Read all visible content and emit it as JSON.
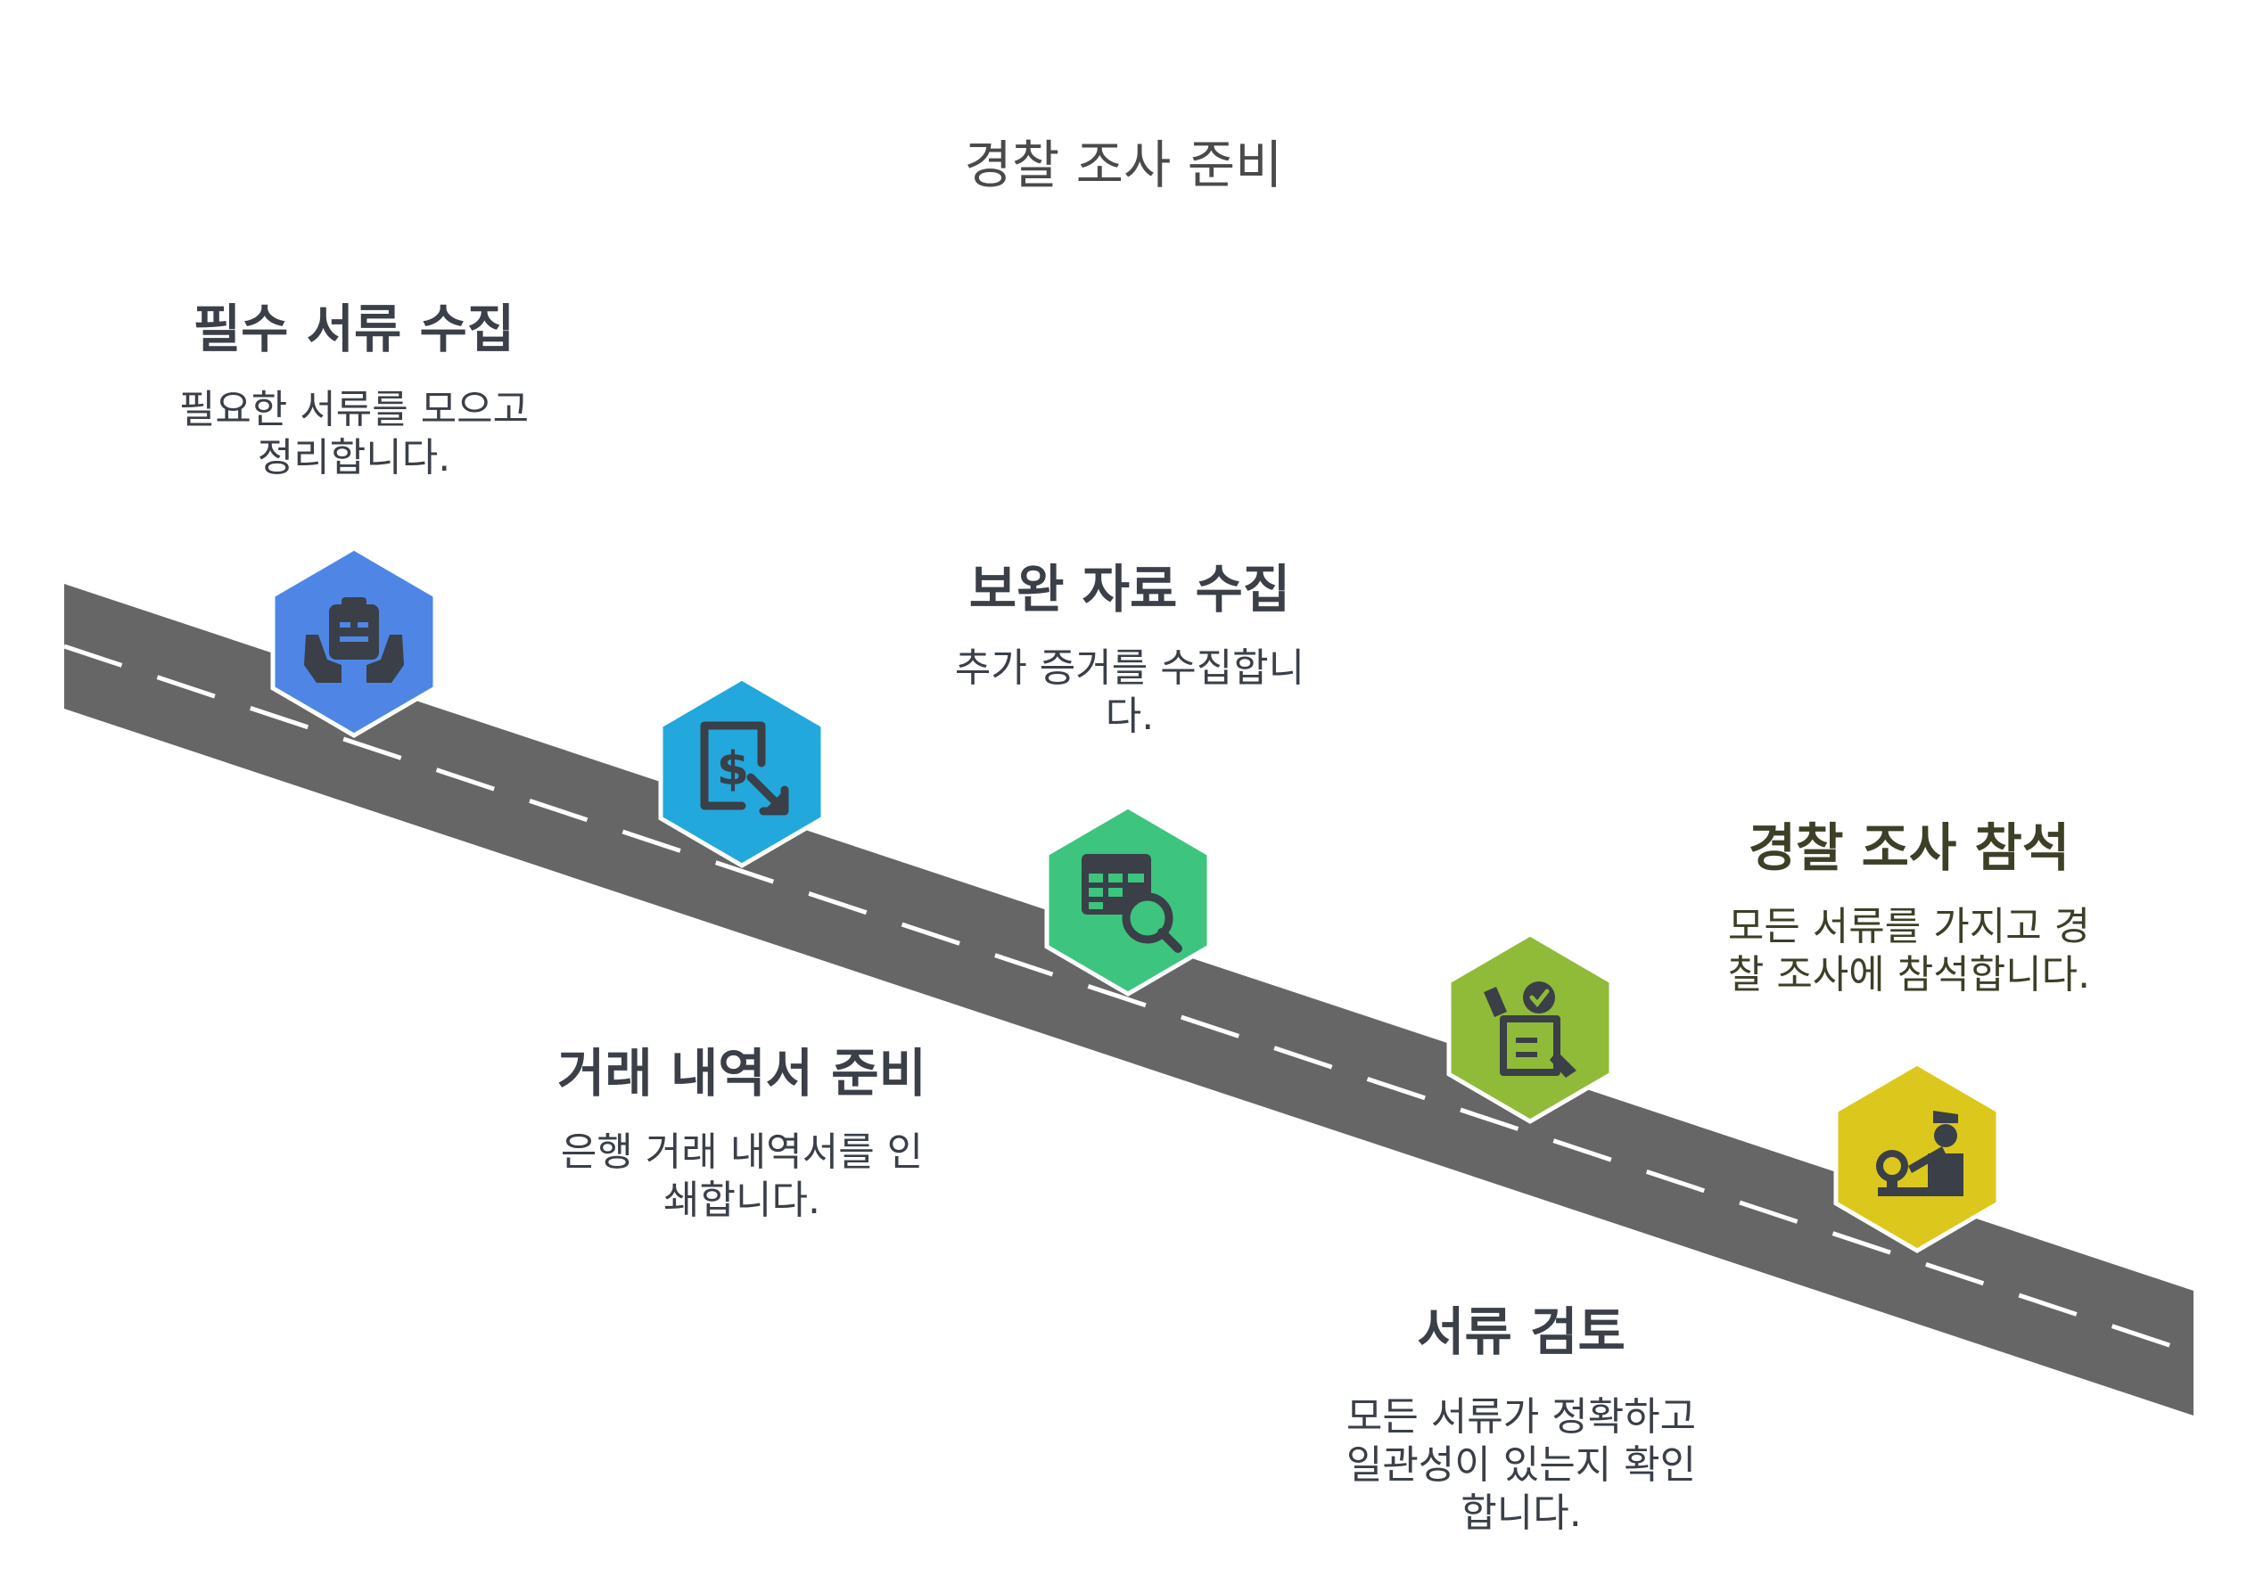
{
  "title": "경찰 조사 준비",
  "colors": {
    "road": "#666666",
    "dash": "#ffffff",
    "step1": "#4f86e6",
    "step2": "#22a8dc",
    "step3": "#3dc47e",
    "step4": "#8fbb38",
    "step5": "#dcc81c",
    "icon": "#3a3f48"
  },
  "steps": [
    {
      "title": "필수 서류 수집",
      "desc": "필요한 서류를 모으고\n정리합니다.",
      "icon": "clipboard-hands-icon"
    },
    {
      "title": "거래 내역서 준비",
      "desc": "은행 거래 내역서를 인\n쇄합니다.",
      "icon": "invoice-dollar-icon"
    },
    {
      "title": "보완 자료 수집",
      "desc": "추가 증거를 수집합니\n다.",
      "icon": "table-search-icon"
    },
    {
      "title": "서류 검토",
      "desc": "모든 서류가 정확하고\n일관성이 있는지 확인\n합니다.",
      "icon": "document-check-icon"
    },
    {
      "title": "경찰 조사 참석",
      "desc": "모든 서류를 가지고 경\n찰 조사에 참석합니다.",
      "icon": "police-officer-desk-icon"
    }
  ]
}
